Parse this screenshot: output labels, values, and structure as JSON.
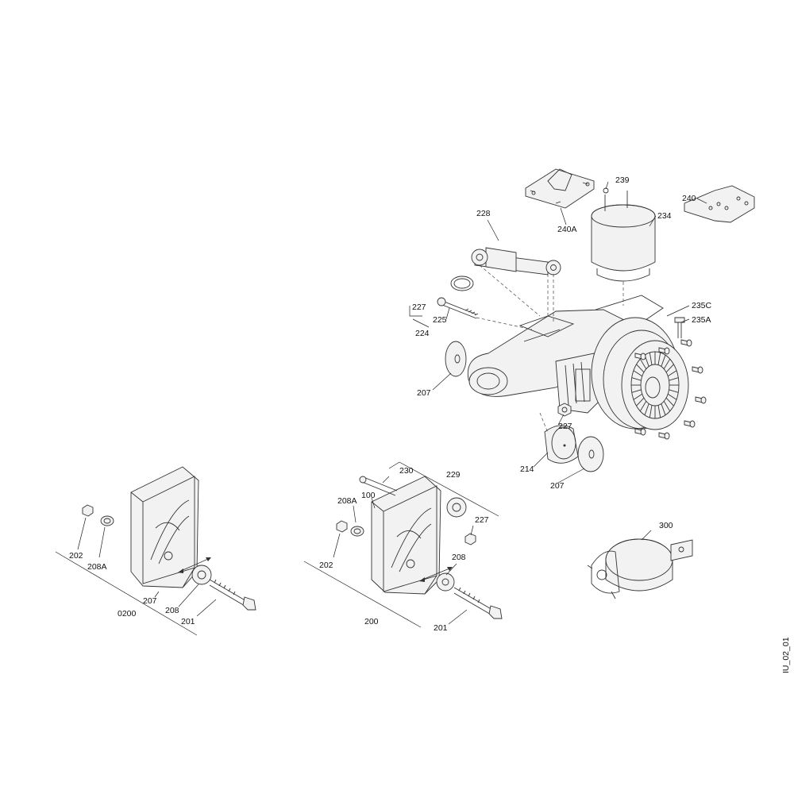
{
  "drawing_id": "IU_02_01",
  "callouts": {
    "c228": "228",
    "c239": "239",
    "c240": "240",
    "c234": "234",
    "c240a": "240A",
    "c227_top": "227",
    "c225": "225",
    "c224": "224",
    "c235c": "235C",
    "c235a": "235A",
    "c207_mid": "207",
    "c227_mid": "227",
    "c214": "214",
    "c207_bot": "207",
    "c230": "230",
    "c229": "229",
    "c208a_mid": "208A",
    "c100": "100",
    "c227_low": "227",
    "c202_mid": "202",
    "c208_mid": "208",
    "c200": "200",
    "c201_mid": "201",
    "c300": "300",
    "c202_left": "202",
    "c208a_left": "208A",
    "c207_left": "207",
    "c0200": "0200",
    "c208_left": "208",
    "c201_left": "201"
  },
  "colors": {
    "line": "#333333",
    "text": "#111111",
    "background": "#ffffff"
  }
}
